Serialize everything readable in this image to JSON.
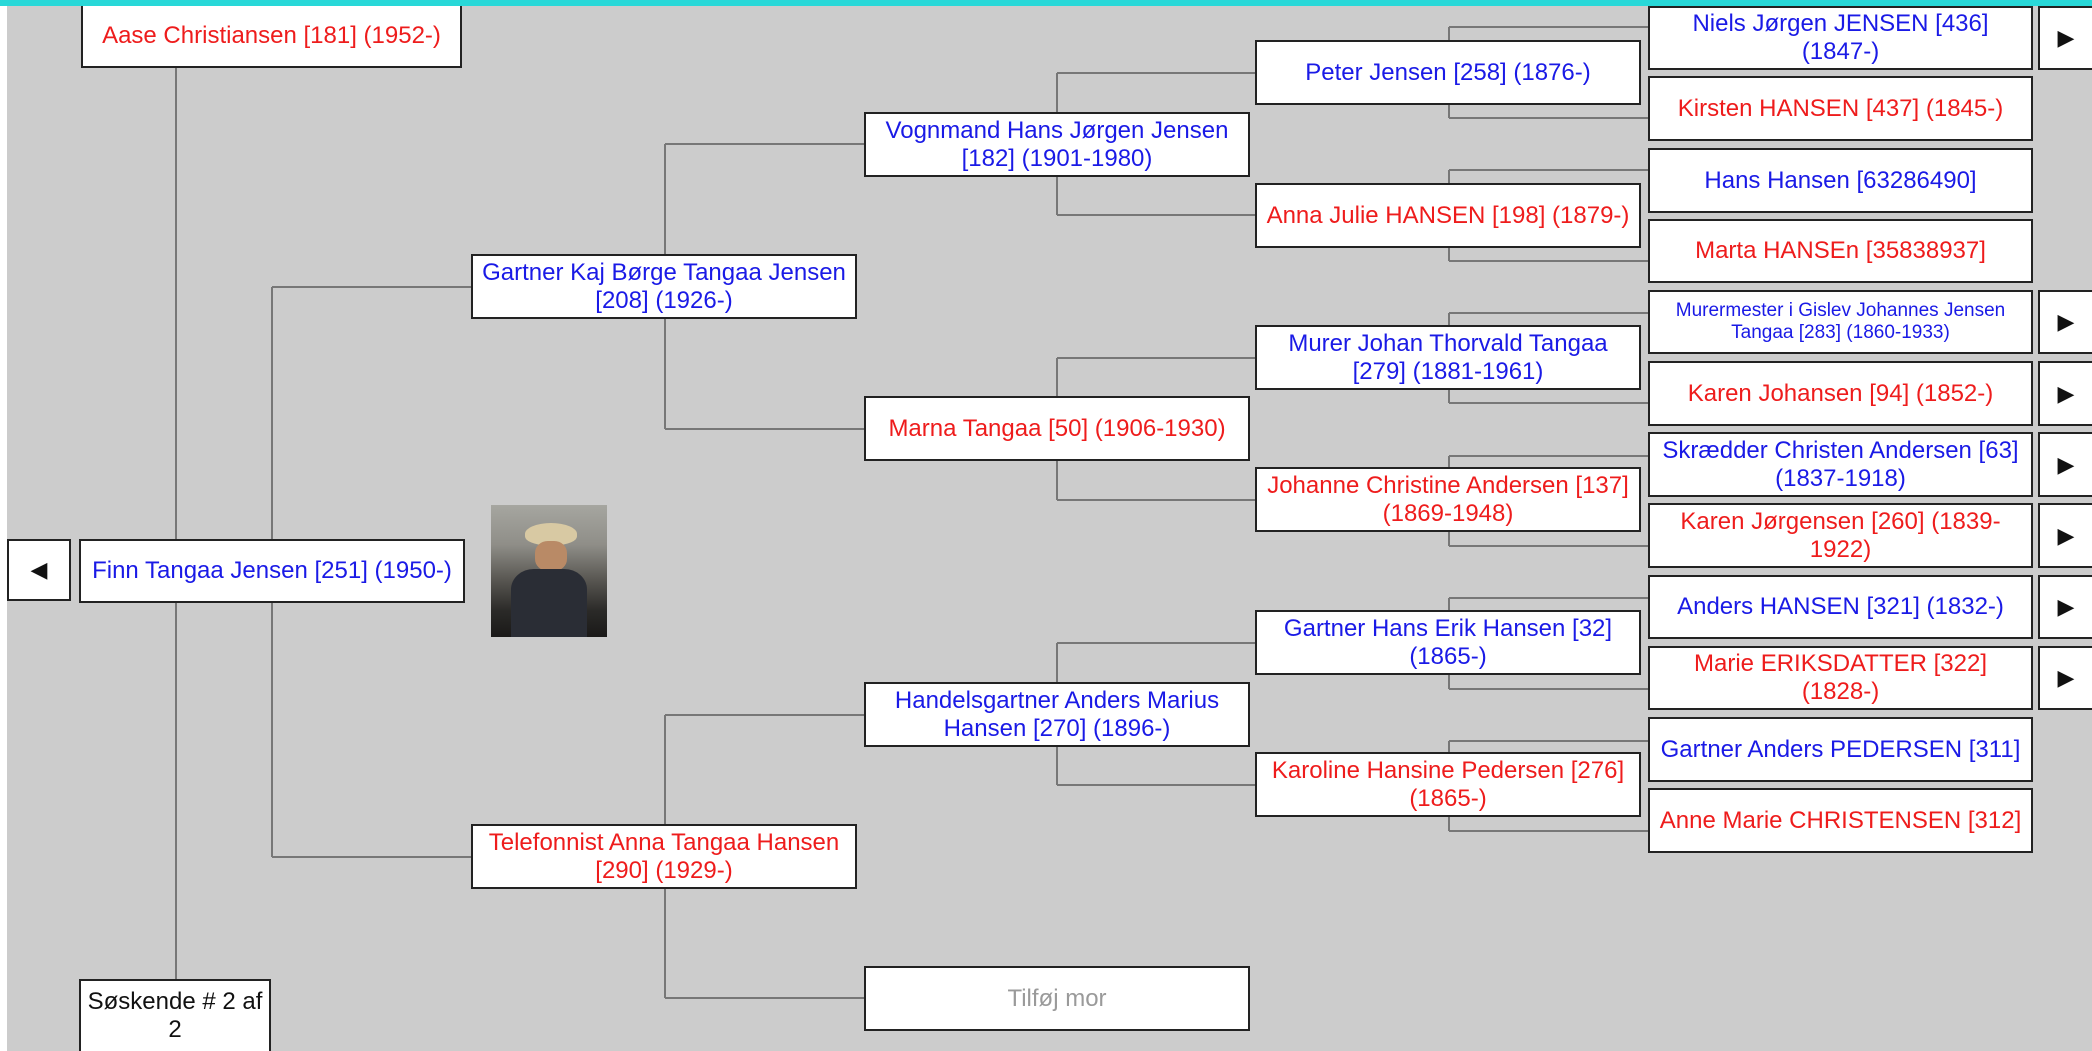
{
  "colors": {
    "male": "#1a1ae6",
    "female": "#ee1c1c",
    "background": "#cccccc",
    "top_bar": "#28d8d8"
  },
  "spouse": {
    "name": "Aase Christiansen [181] (1952-)",
    "gender": "female"
  },
  "root": {
    "name": "Finn Tangaa Jensen [251] (1950-)",
    "gender": "male",
    "photo_icon": "person-photo"
  },
  "siblings_button": {
    "label": "Søskende # 2 af 2"
  },
  "nav": {
    "back_icon": "triangle-left-icon",
    "forward_icon": "triangle-right-icon"
  },
  "parents": {
    "father": {
      "name": "Gartner Kaj Børge Tangaa Jensen [208] (1926-)",
      "gender": "male"
    },
    "mother": {
      "name": "Telefonnist Anna Tangaa Hansen [290] (1929-)",
      "gender": "female"
    }
  },
  "grandparents": {
    "ff": {
      "name": "Vognmand Hans Jørgen Jensen [182] (1901-1980)",
      "gender": "male"
    },
    "fm": {
      "name": "Marna Tangaa [50] (1906-1930)",
      "gender": "female"
    },
    "mf": {
      "name": "Handelsgartner Anders Marius Hansen [270] (1896-)",
      "gender": "male"
    },
    "mm": {
      "name": "Tilføj mor",
      "gender": "placeholder"
    }
  },
  "great_grandparents": {
    "fff": {
      "name": "Peter Jensen [258] (1876-)",
      "gender": "male"
    },
    "ffm": {
      "name": "Anna Julie HANSEN [198] (1879-)",
      "gender": "female"
    },
    "fmf": {
      "name": "Murer Johan  Thorvald Tangaa [279] (1881-1961)",
      "gender": "male"
    },
    "fmm": {
      "name": "Johanne  Christine Andersen [137] (1869-1948)",
      "gender": "female"
    },
    "mff": {
      "name": "Gartner Hans  Erik Hansen [32] (1865-)",
      "gender": "male"
    },
    "mfm": {
      "name": "Karoline Hansine Pedersen [276] (1865-)",
      "gender": "female"
    }
  },
  "gg_grandparents": {
    "ffff": {
      "name": "Niels Jørgen JENSEN [436] (1847-)",
      "gender": "male"
    },
    "fffm": {
      "name": "Kirsten HANSEN [437] (1845-)",
      "gender": "female"
    },
    "ffmf": {
      "name": "Hans Hansen [63286490]",
      "gender": "male"
    },
    "ffmm": {
      "name": "Marta HANSEn [35838937]",
      "gender": "female"
    },
    "fmff": {
      "name": "Murermester i Gislev Johannes Jensen Tangaa [283] (1860-1933)",
      "gender": "male"
    },
    "fmfm": {
      "name": "Karen Johansen [94] (1852-)",
      "gender": "female"
    },
    "fmmf": {
      "name": "Skrædder Christen Andersen [63] (1837-1918)",
      "gender": "male"
    },
    "fmmm": {
      "name": "Karen Jørgensen [260] (1839-1922)",
      "gender": "female"
    },
    "mfff": {
      "name": "Anders HANSEN [321] (1832-)",
      "gender": "male"
    },
    "mffm": {
      "name": "Marie ERIKSDATTER [322] (1828-)",
      "gender": "female"
    },
    "mfmf": {
      "name": "Gartner Anders PEDERSEN [311]",
      "gender": "male"
    },
    "mfmm": {
      "name": "Anne Marie CHRISTENSEN [312]",
      "gender": "female"
    }
  }
}
